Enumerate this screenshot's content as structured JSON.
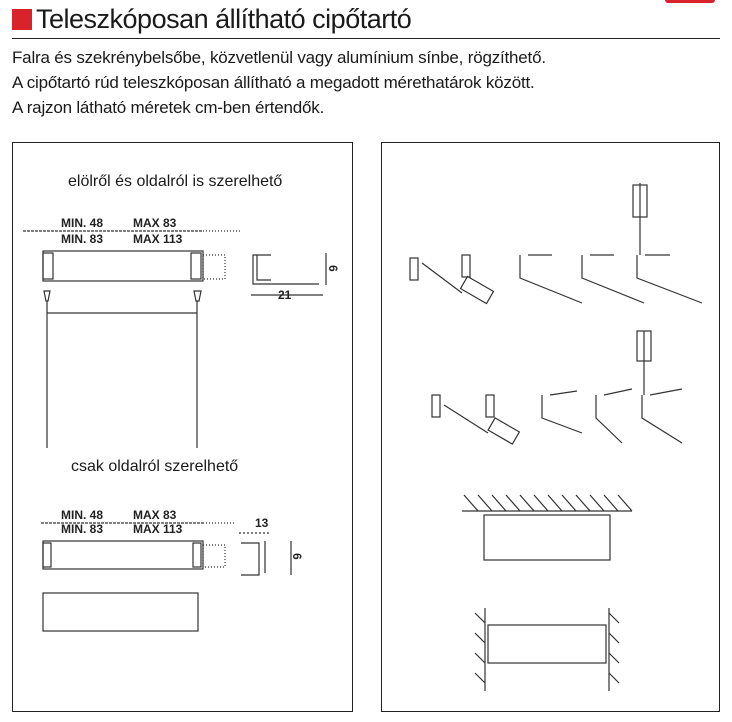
{
  "header": {
    "title": "Teleszkóposan állítható cipőtartó",
    "accent_color": "#d8232a"
  },
  "description": [
    "Falra és szekrénybelsőbe, közvetlenül vagy alumínium sínbe, rögzíthető.",
    "A cipőtartó rúd teleszkóposan állítható a megadott mérethatárok között.",
    "A rajzon látható méretek cm-ben értendők."
  ],
  "left_panel": {
    "front_side": {
      "caption": "elölről és oldalról is szerelhető",
      "dim_min_1": "MIN. 48",
      "dim_max_1": "MAX 83",
      "dim_min_2": "MIN. 83",
      "dim_max_2": "MAX 113",
      "depth": "21",
      "height": "6"
    },
    "side_only": {
      "caption": "csak oldalról szerelhető",
      "dim_min_1": "MIN. 48",
      "dim_max_1": "MAX 83",
      "dim_min_2": "MIN. 83",
      "dim_max_2": "MAX 113",
      "depth": "13",
      "height": "6"
    }
  }
}
